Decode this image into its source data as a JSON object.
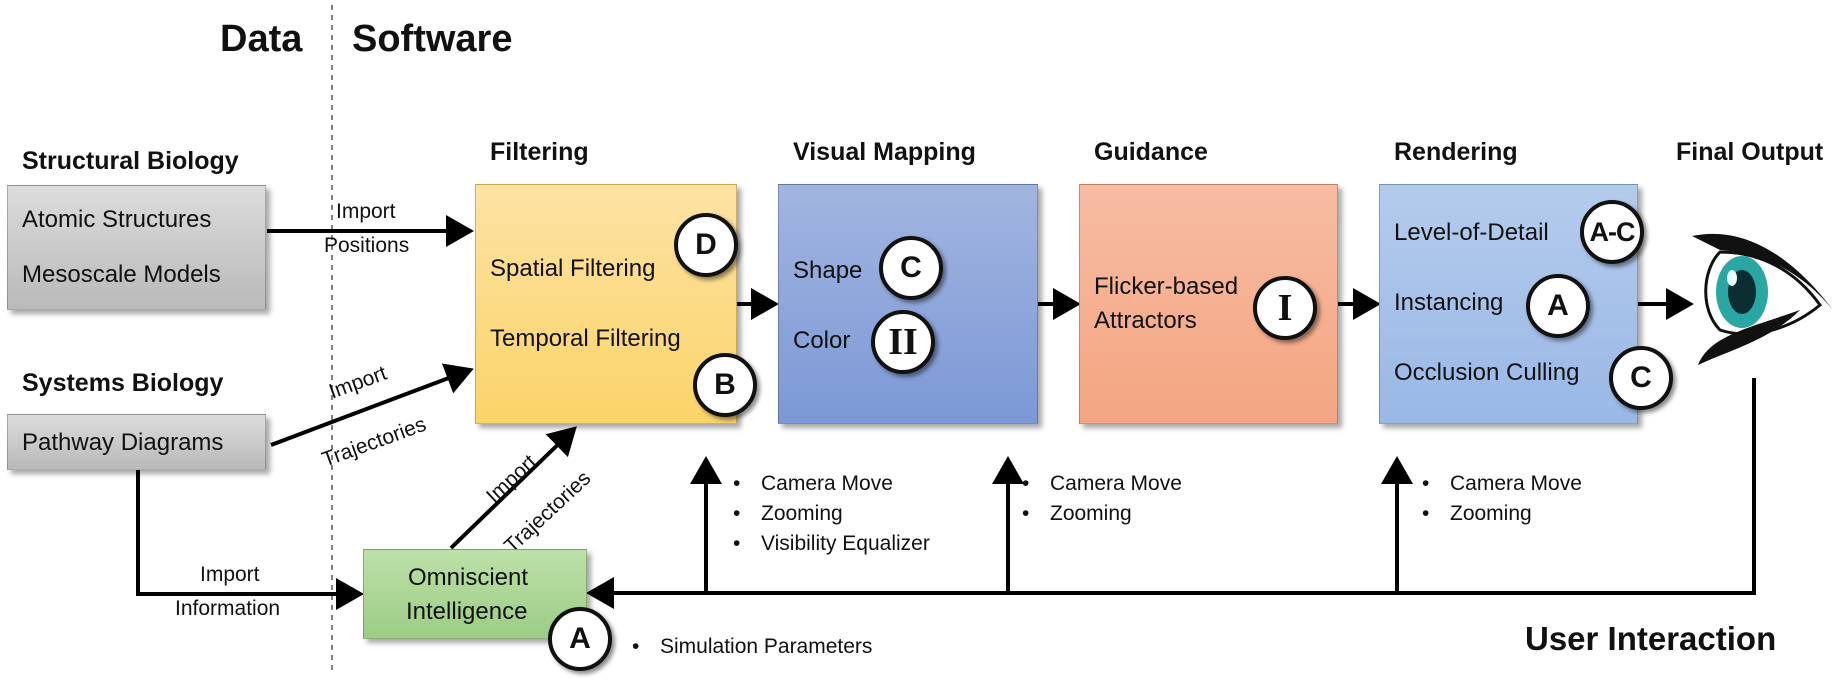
{
  "columns": {
    "data": "Data",
    "software": "Software"
  },
  "sources": {
    "structural": {
      "title": "Structural Biology",
      "items": [
        "Atomic Structures",
        "Mesoscale Models"
      ]
    },
    "systems": {
      "title": "Systems Biology",
      "items": [
        "Pathway Diagrams"
      ]
    }
  },
  "stages": {
    "filtering": {
      "title": "Filtering",
      "items": [
        "Spatial Filtering",
        "Temporal Filtering"
      ],
      "badges": [
        "D",
        "B"
      ]
    },
    "visual_mapping": {
      "title": "Visual Mapping",
      "items": [
        "Shape",
        "Color"
      ],
      "badges": [
        "C",
        "II"
      ]
    },
    "guidance": {
      "title": "Guidance",
      "items": [
        "Flicker-based",
        "Attractors"
      ],
      "badges": [
        "I"
      ]
    },
    "rendering": {
      "title": "Rendering",
      "items": [
        "Level-of-Detail",
        "Instancing",
        "Occlusion Culling"
      ],
      "badges": [
        "A-C",
        "A",
        "C"
      ]
    },
    "final_output": {
      "title": "Final Output"
    }
  },
  "omniscient": {
    "lines": [
      "Omniscient",
      "Intelligence"
    ],
    "badge": "A",
    "params": [
      "Simulation Parameters"
    ]
  },
  "edges": {
    "import_positions": [
      "Import",
      "Positions"
    ],
    "import_trajectories_a": [
      "Import",
      "Trajectories"
    ],
    "import_trajectories_b": [
      "Import",
      "Trajectories"
    ],
    "import_information": [
      "Import",
      "Information"
    ]
  },
  "interactions": {
    "filtering": [
      "Camera Move",
      "Zooming",
      "Visibility Equalizer"
    ],
    "mapping": [
      "Camera Move",
      "Zooming"
    ],
    "rendering": [
      "Camera Move",
      "Zooming"
    ]
  },
  "user_interaction": "User Interaction",
  "colors": {
    "filtering": "#fcd98a",
    "visual_mapping": "#8fa6db",
    "guidance": "#f5b092",
    "rendering": "#a7c1ea",
    "omniscient": "#aed796",
    "data_boxes": "#c8c8c8",
    "eye_iris": "#2aa6a3"
  },
  "icons": [
    "eye-icon",
    "arrow-icon"
  ]
}
